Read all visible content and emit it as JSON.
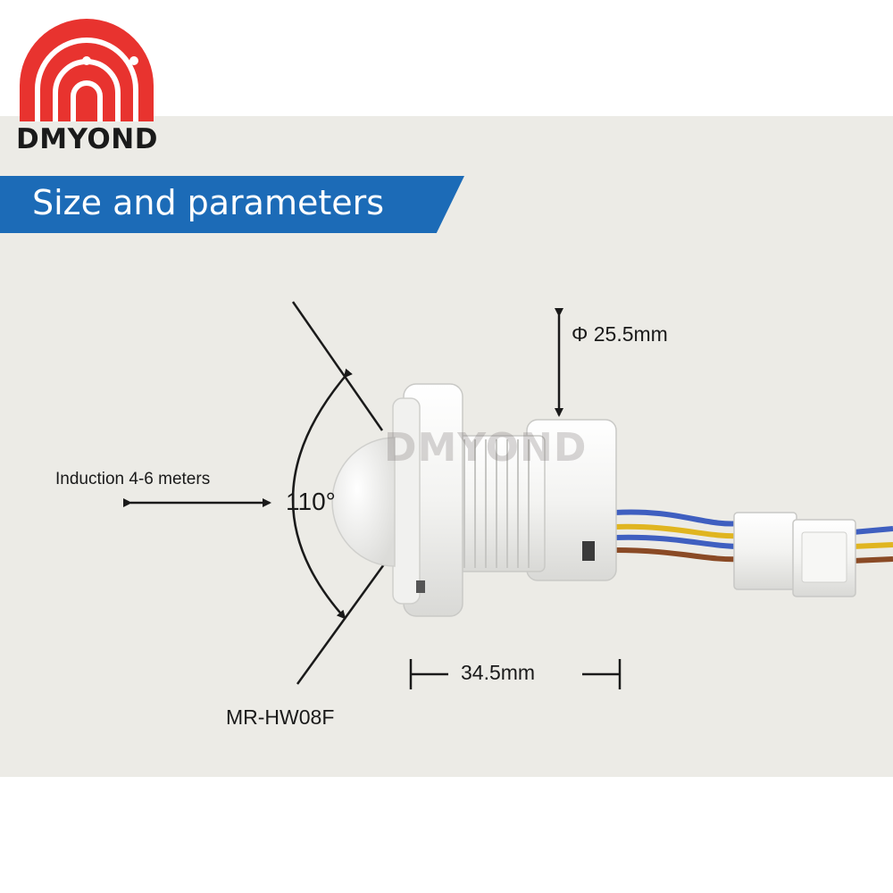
{
  "brand": {
    "name": "DMYOND",
    "logo_color": "#e8332f",
    "watermark_text": "DMYOND"
  },
  "banner": {
    "title": "Size and parameters",
    "color": "#1c6bb7"
  },
  "annotations": {
    "induction": "Induction 4-6 meters",
    "angle": "110°",
    "diameter": "Φ 25.5mm",
    "length": "34.5mm",
    "model": "MR-HW08F"
  },
  "colors": {
    "panel_background": "#ecebe6",
    "sensor_body": "#f4f4f2",
    "wire_blue": "#3f5fc0",
    "wire_yellow": "#e0b520",
    "wire_brown": "#8a4a25"
  }
}
